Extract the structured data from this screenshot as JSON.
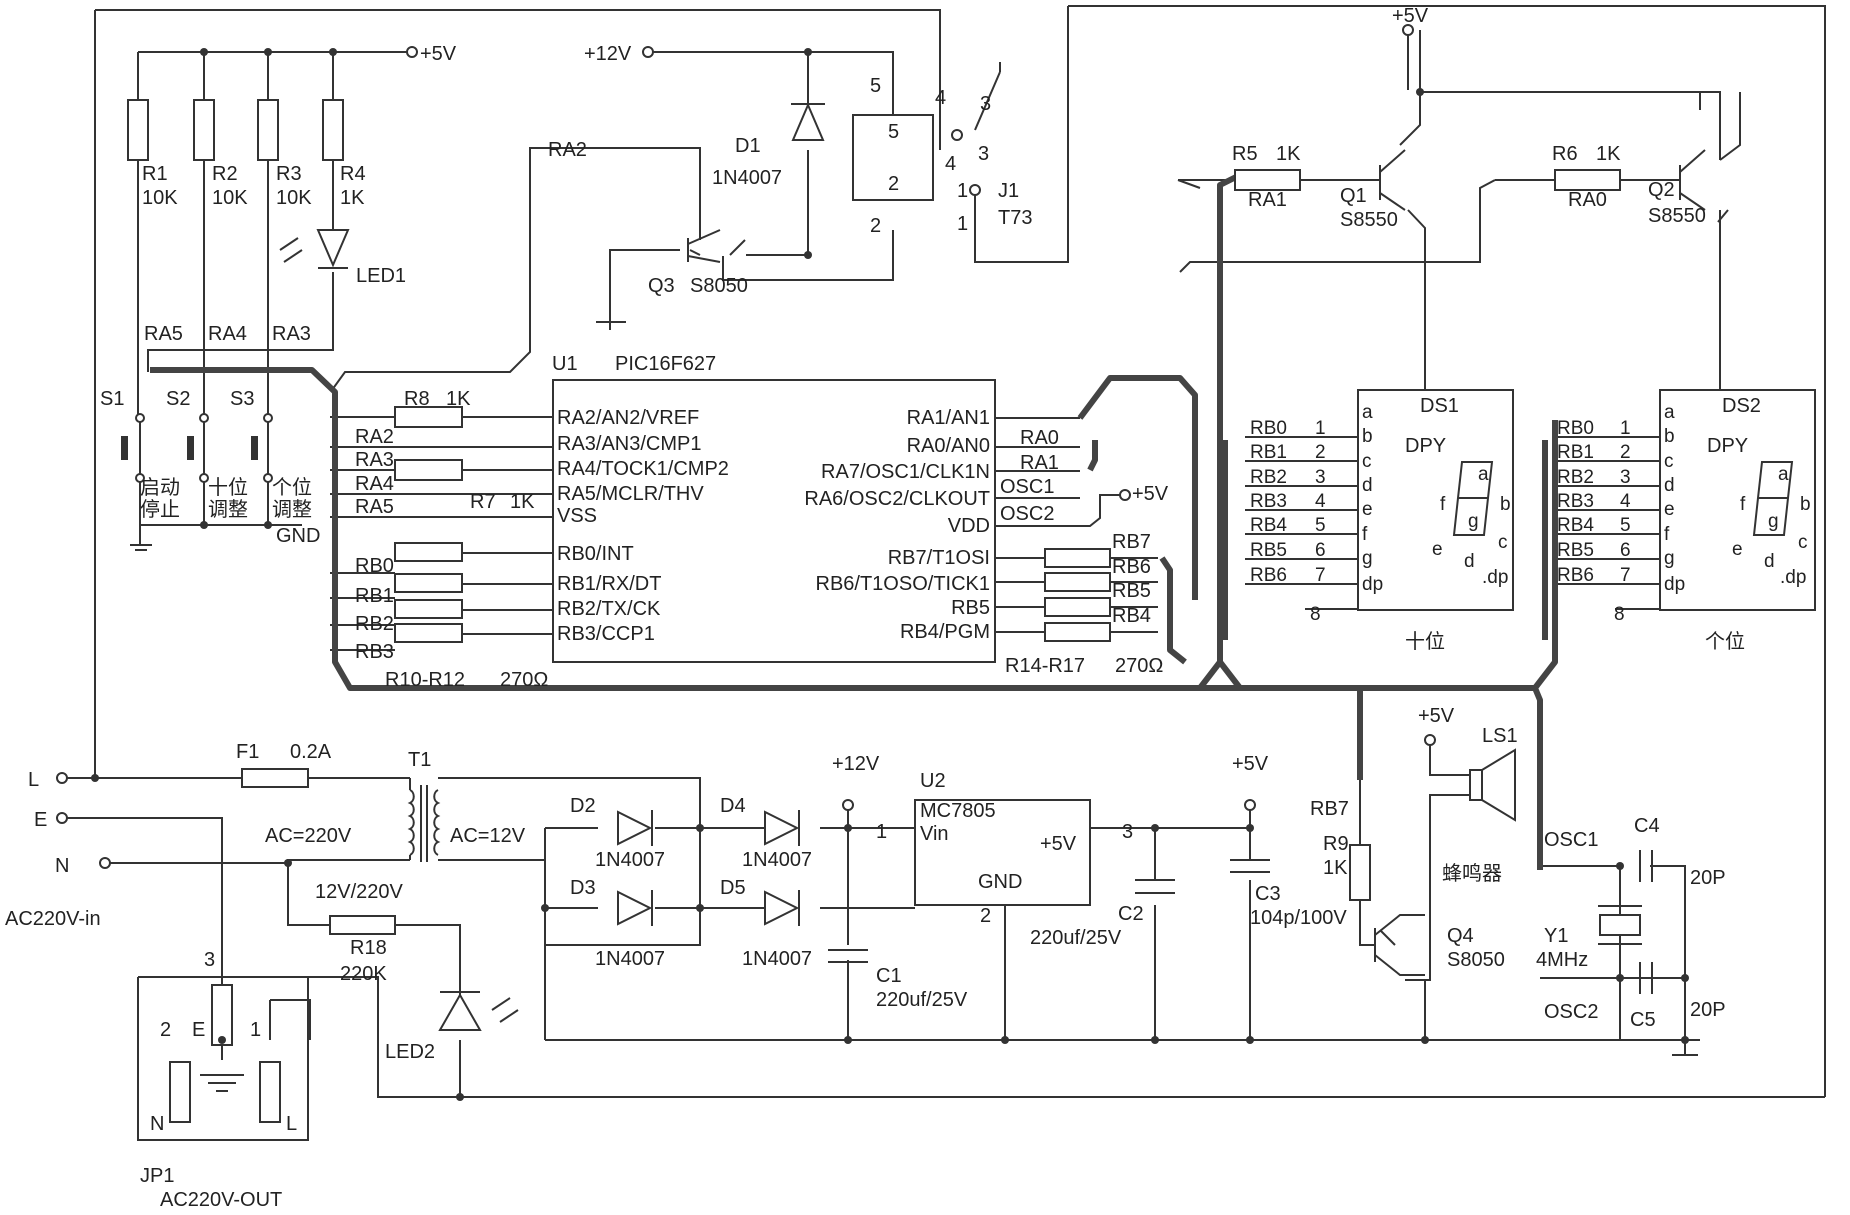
{
  "labels": {
    "p5v_top": "+5V",
    "p12v_top": "+12V",
    "p5v_q": "+5V",
    "p5v_vdd": "+5V",
    "p12v_ps": "+12V",
    "p5v_ps": "+5V",
    "p5v_ls": "+5V",
    "r1": "R1",
    "r1v": "10K",
    "r2": "R2",
    "r2v": "10K",
    "r3": "R3",
    "r3v": "10K",
    "r4": "R4",
    "r4v": "1K",
    "led1": "LED1",
    "ra2_net": "RA2",
    "d1": "D1",
    "d1v": "1N4007",
    "q3": "Q3",
    "q3v": "S8050",
    "relay_5": "5",
    "relay_2": "2",
    "relay_5b": "5",
    "relay_2b": "2",
    "j1": "J1",
    "j1v": "T73",
    "j1_4": "4",
    "j1_4b": "4",
    "j1_3": "3",
    "j1_3b": "3",
    "j1_1": "1",
    "j1_1b": "1",
    "ra5": "RA5",
    "ra4": "RA4",
    "ra3": "RA3",
    "s1": "S1",
    "s2": "S2",
    "s3": "S3",
    "s1_txt1": "启动",
    "s1_txt2": "停止",
    "s2_txt1": "十位",
    "s2_txt2": "调整",
    "s3_txt1": "个位",
    "s3_txt2": "调整",
    "gnd": "GND",
    "u1": "U1",
    "u1v": "PIC16F627",
    "r8": "R8",
    "r8v": "1K",
    "r7": "R7",
    "r7v": "1K",
    "n_ra2": "RA2",
    "n_ra3": "RA3",
    "n_ra4": "RA4",
    "n_ra5": "RA5",
    "n_rb0": "RB0",
    "n_rb1": "RB1",
    "n_rb2": "RB2",
    "n_rb3": "RB3",
    "r10": "R10-R12",
    "r10v": "270Ω",
    "pin_l1": "RA2/AN2/VREF",
    "pin_l2": "RA3/AN3/CMP1",
    "pin_l3": "RA4/TOCK1/CMP2",
    "pin_l4": "RA5/MCLR/THV",
    "pin_l5": "VSS",
    "pin_l6": "RB0/INT",
    "pin_l7": "RB1/RX/DT",
    "pin_l8": "RB2/TX/CK",
    "pin_l9": "RB3/CCP1",
    "pin_r1": "RA1/AN1",
    "pin_r2": "RA0/AN0",
    "pin_r3": "RA7/OSC1/CLK1N",
    "pin_r4": "RA6/OSC2/CLKOUT",
    "pin_r5": "VDD",
    "pin_r6": "RB7/T1OSI",
    "pin_r7": "RB6/T1OSO/TICK1",
    "pin_r8": "RB5",
    "pin_r9": "RB4/PGM",
    "n_ra0": "RA0",
    "n_ra1": "RA1",
    "n_osc1": "OSC1",
    "n_osc2": "OSC2",
    "n_rb7": "RB7",
    "n_rb6": "RB6",
    "n_rb5": "RB5",
    "n_rb4": "RB4",
    "r14": "R14-R17",
    "r14v": "270Ω",
    "r5": "R5",
    "r5v": "1K",
    "r5n": "RA1",
    "q1": "Q1",
    "q1v": "S8550",
    "r6": "R6",
    "r6v": "1K",
    "r6n": "RA0",
    "q2": "Q2",
    "q2v": "S8550",
    "ds1": "DS1",
    "ds2": "DS2",
    "dpy1": "DPY",
    "dpy2": "DPY",
    "ds1_cap": "十位",
    "ds2_cap": "个位",
    "seg_a": "a",
    "seg_b": "b",
    "seg_c": "c",
    "seg_d": "d",
    "seg_e": "e",
    "seg_f": "f",
    "seg_g": "g",
    "seg_dp": "dp",
    "seg_dpdot": ".dp",
    "rb0": "RB0",
    "rb1": "RB1",
    "rb2": "RB2",
    "rb3": "RB3",
    "rb4": "RB4",
    "rb5": "RB5",
    "rb6": "RB6",
    "n1": "1",
    "n2": "2",
    "n3": "3",
    "n4": "4",
    "n5": "5",
    "n6": "6",
    "n7": "7",
    "n8": "8",
    "L": "L",
    "E": "E",
    "N": "N",
    "ac_in": "AC220V-in",
    "f1": "F1",
    "f1v": "0.2A",
    "t1": "T1",
    "ac220": "AC=220V",
    "ac12": "AC=12V",
    "d2": "D2",
    "d3": "D3",
    "d4": "D4",
    "d5": "D5",
    "d2v": "1N4007",
    "d3v": "1N4007",
    "d4v": "1N4007",
    "d5v": "1N4007",
    "u2": "U2",
    "u2v": "MC7805",
    "u2vin": "Vin",
    "u2out": "+5V",
    "u2gnd": "GND",
    "u2p1": "1",
    "u2p2": "2",
    "u2p3": "3",
    "c1": "C1",
    "c1v": "220uf/25V",
    "c2": "C2",
    "c2v": "220uf/25V",
    "c3": "C3",
    "c3v": "104p/100V",
    "r18_top": "12V/220V",
    "r18": "R18",
    "r18v": "220K",
    "led2": "LED2",
    "jp1_3": "3",
    "jp1_2": "2",
    "jp1_1": "1",
    "jp1_E": "E",
    "jp1_N": "N",
    "jp1_L": "L",
    "jp1": "JP1",
    "jp1v": "AC220V-OUT",
    "ls1": "LS1",
    "buzzer": "蜂鸣器",
    "rb7": "RB7",
    "r9": "R9",
    "r9v": "1K",
    "q4": "Q4",
    "q4v": "S8050",
    "osc1": "OSC1",
    "osc2": "OSC2",
    "c4": "C4",
    "c4v": "20P",
    "c5": "C5",
    "c5v": "20P",
    "y1": "Y1",
    "y1v": "4MHz"
  }
}
